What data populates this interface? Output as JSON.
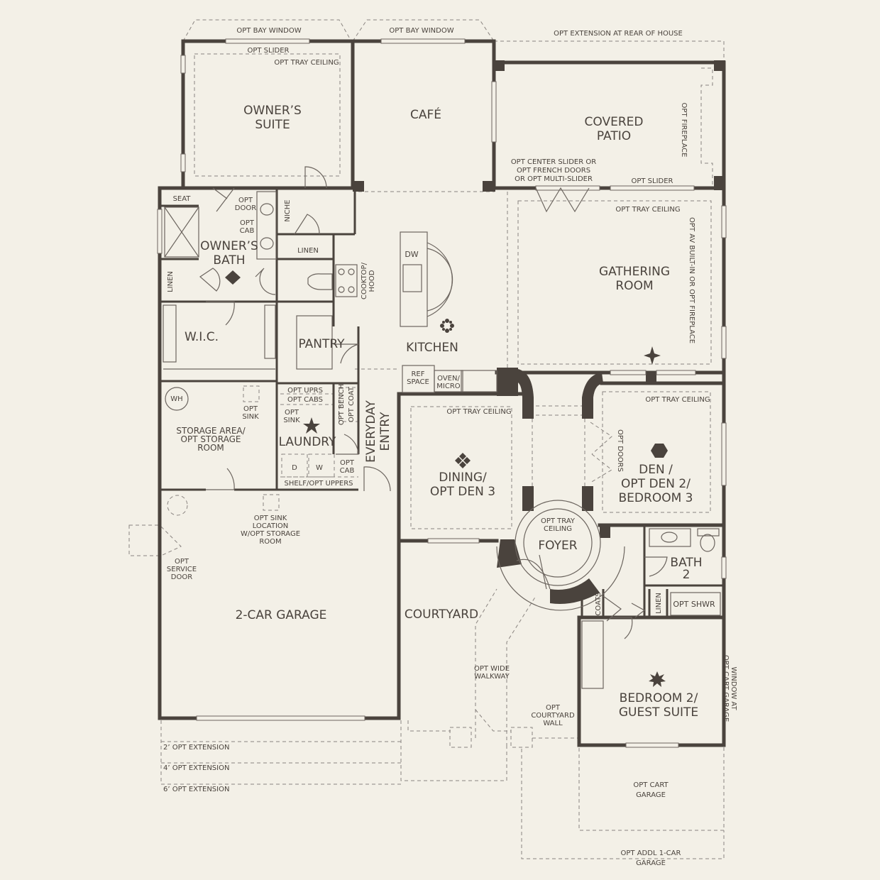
{
  "rooms": {
    "owners_suite": [
      "OWNER’S",
      "SUITE"
    ],
    "cafe": "CAFÉ",
    "covered_patio": [
      "COVERED",
      "PATIO"
    ],
    "gathering_room": [
      "GATHERING",
      "ROOM"
    ],
    "owners_bath": [
      "OWNER’S",
      "BATH"
    ],
    "wic": "W.I.C.",
    "pantry": "PANTRY",
    "kitchen": "KITCHEN",
    "laundry": "LAUNDRY",
    "everyday_entry": [
      "EVERYDAY",
      "ENTRY"
    ],
    "dining": [
      "DINING/",
      "OPT DEN 3"
    ],
    "den": [
      "DEN /",
      "OPT DEN 2/",
      "BEDROOM 3"
    ],
    "foyer": "FOYER",
    "bath2": [
      "BATH",
      "2"
    ],
    "garage": "2-CAR GARAGE",
    "courtyard": "COURTYARD",
    "bedroom2": [
      "BEDROOM 2/",
      "GUEST SUITE"
    ],
    "storage": [
      "STORAGE AREA/",
      "OPT STORAGE",
      "ROOM"
    ]
  },
  "labels": {
    "bay_window_left": "OPT BAY WINDOW",
    "bay_window_right": "OPT BAY WINDOW",
    "opt_extension_rear": "OPT EXTENSION AT REAR OF HOUSE",
    "opt_slider_top": "OPT SLIDER",
    "opt_tray_owner": "OPT TRAY CEILING",
    "opt_fireplace": "OPT FIREPLACE",
    "center_slider": [
      "OPT CENTER SLIDER OR",
      "OPT FRENCH DOORS",
      "OR OPT MULTI-SLIDER"
    ],
    "opt_slider_patio": "OPT SLIDER",
    "opt_tray_gathering": "OPT TRAY CEILING",
    "opt_av": "OPT AV BUILT-IN OR OPT FIREPLACE",
    "seat": "SEAT",
    "opt_door": [
      "OPT",
      "DOOR"
    ],
    "opt_cab": [
      "OPT",
      "CAB"
    ],
    "niche": "NICHE",
    "linen_bath": "LINEN",
    "linen_side": "LINEN",
    "dw": "DW",
    "cooktop": [
      "COOKTOP/",
      "HOOD"
    ],
    "ref_space": [
      "REF",
      "SPACE"
    ],
    "oven": [
      "OVEN/",
      "MICRO"
    ],
    "wh": "WH",
    "opt_sink_storage": [
      "OPT",
      "SINK"
    ],
    "opt_uprs": "OPT UPRS",
    "opt_cabs": "OPT CABS",
    "opt_sink_laundry": [
      "OPT",
      "SINK"
    ],
    "opt_bench": "OPT BENCH",
    "opt_coat": "OPT COAT",
    "washer_d": "D",
    "washer_w": "W",
    "opt_cab_laundry": [
      "OPT",
      "CAB"
    ],
    "shelf": "SHELF/OPT UPPERS",
    "opt_tray_dining": "OPT TRAY CEILING",
    "opt_tray_den": "OPT TRAY CEILING",
    "opt_doors": "OPT DOORS",
    "opt_tray_foyer": [
      "OPT TRAY",
      "CEILING"
    ],
    "opt_sink_loc": [
      "OPT SINK",
      "LOCATION",
      "W/OPT STORAGE",
      "ROOM"
    ],
    "opt_service_door": [
      "OPT",
      "SERVICE",
      "DOOR"
    ],
    "coats": "COATS",
    "linen_bath2": "LINEN",
    "opt_shwr": "OPT SHWR",
    "opt_wide_walkway": [
      "OPT WIDE",
      "WALKWAY"
    ],
    "opt_courtyard_wall": [
      "OPT",
      "COURTYARD",
      "WALL"
    ],
    "window_cart": [
      "WINDOW AT",
      "OPT CART GARAGE"
    ],
    "ext2": "2’ OPT EXTENSION",
    "ext4": "4’ OPT EXTENSION",
    "ext6": "6’ OPT EXTENSION",
    "opt_cart_garage": [
      "OPT CART",
      "GARAGE"
    ],
    "opt_addl_garage": [
      "OPT ADDL 1-CAR",
      "GARAGE"
    ]
  },
  "colors": {
    "wall": "#4a433d",
    "background": "#f3f0e7",
    "dash": "#8a8480"
  },
  "icons": [
    "star-icon",
    "diamond-icon",
    "snowflake-icon",
    "four-point-star-icon",
    "hexagon-icon",
    "burst-icon",
    "cluster-diamond-icon"
  ]
}
